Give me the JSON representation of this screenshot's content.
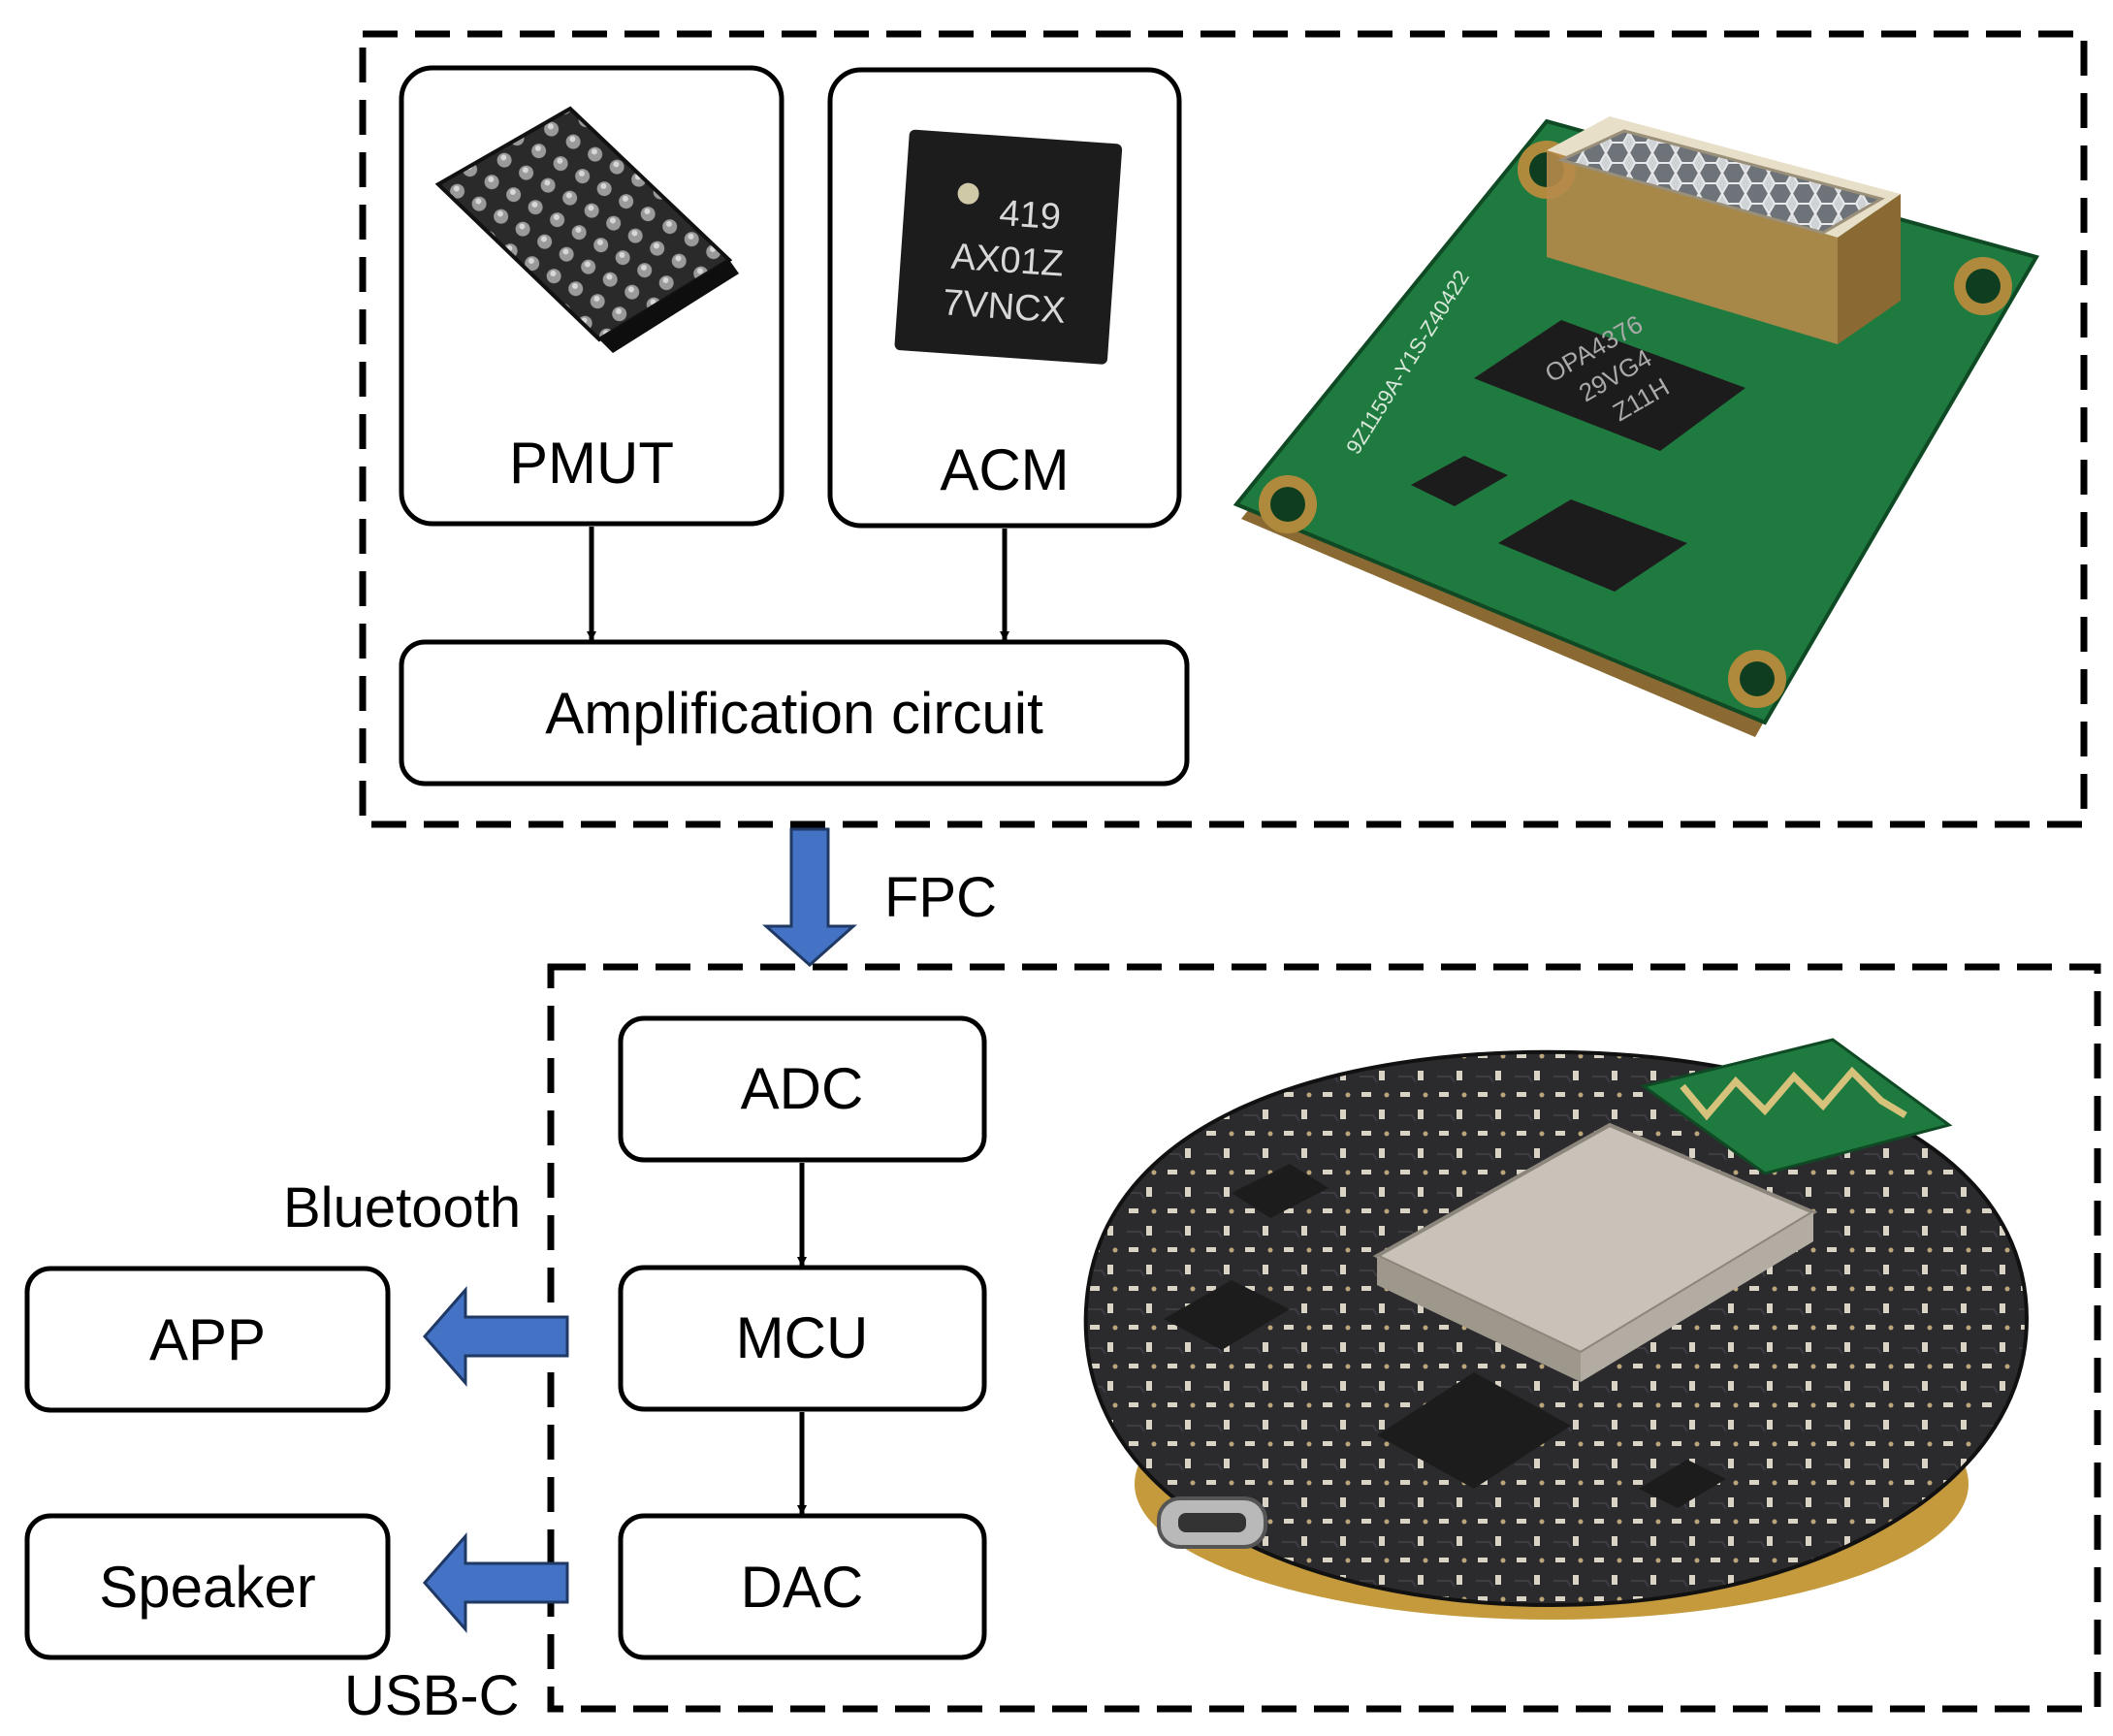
{
  "blocks": {
    "pmut": "PMUT",
    "acm": "ACM",
    "amplification": "Amplification circuit",
    "adc": "ADC",
    "mcu": "MCU",
    "dac": "DAC",
    "app": "APP",
    "speaker": "Speaker"
  },
  "connections": {
    "fpc": "FPC",
    "bluetooth": "Bluetooth",
    "usbc": "USB-C"
  },
  "chips": {
    "acm_marking": [
      "419",
      "AX01Z",
      "7VNCX"
    ],
    "sensor_board_silk": "9Z1159A-Y1S-Z40422",
    "amp_chip_marking": [
      "OPA4376",
      "29VG4",
      "Z11H"
    ]
  },
  "colors": {
    "stroke": "#000000",
    "flow_arrow": "#4472C4",
    "flow_arrow_edge": "#1F3864",
    "pcb_green": "#1f7a3f",
    "pcb_dark": "#2b2b2e",
    "chip_black": "#1c1c1c"
  }
}
